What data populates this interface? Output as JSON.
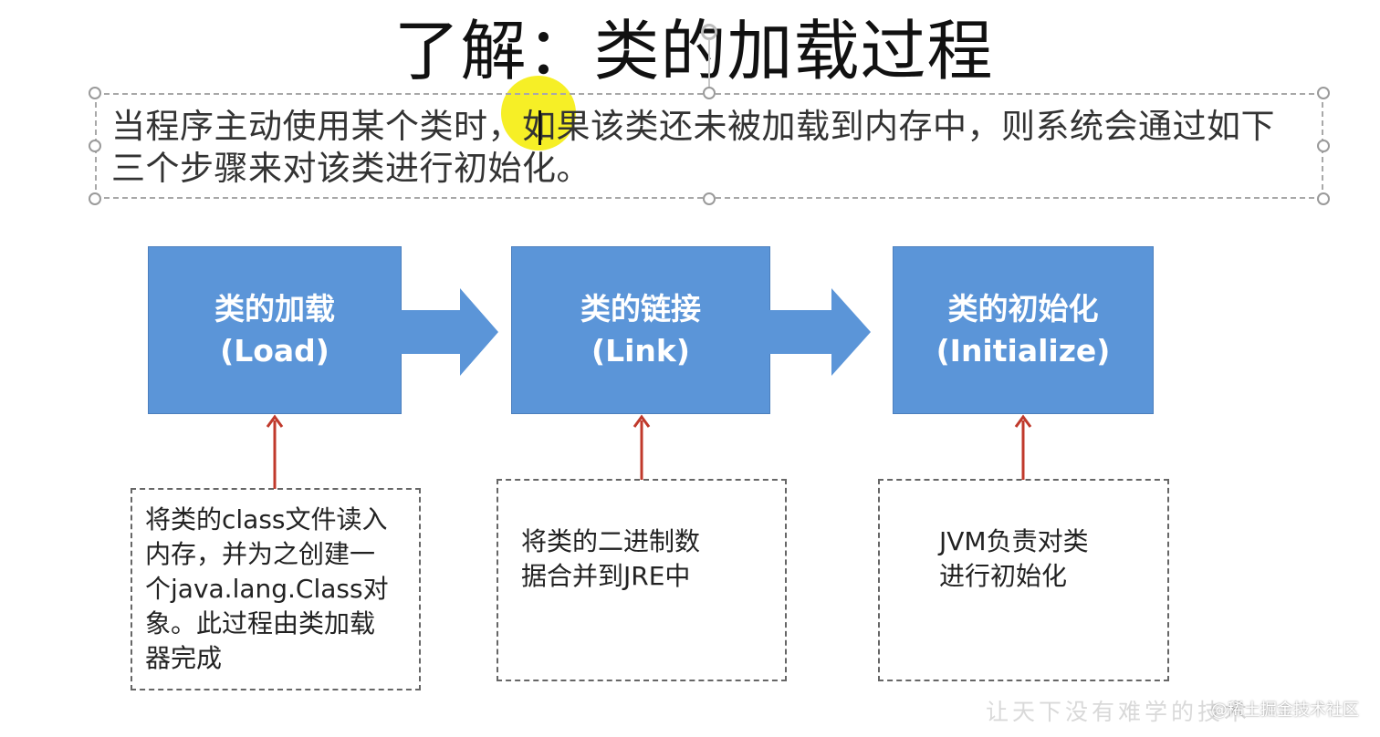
{
  "slide": {
    "title": "了解：类的加载过程",
    "intro": "当程序主动使用某个类时，如果该类还未被加载到内存中，则系统会通过如下三个步骤来对该类进行初始化。"
  },
  "stages": [
    {
      "name": "类的加载",
      "english": "(Load)",
      "note": "将类的class文件读入\n内存，并为之创建一\n个java.lang.Class对\n象。此过程由类加载\n器完成"
    },
    {
      "name": "类的链接",
      "english": "(Link)",
      "note": "将类的二进制数\n据合并到JRE中"
    },
    {
      "name": "类的初始化",
      "english": "(Initialize)",
      "note": "JVM负责对类\n进行初始化"
    }
  ],
  "watermark": {
    "faint": "让天下没有难学的技术",
    "site": "@稀土掘金技术社区"
  },
  "colors": {
    "stage_fill": "#5b95d8",
    "stage_border": "#4c7fbd",
    "arrow_fill": "#5b95d8",
    "pointer_arrow": "#c0392b",
    "highlight": "#f5ee14"
  }
}
